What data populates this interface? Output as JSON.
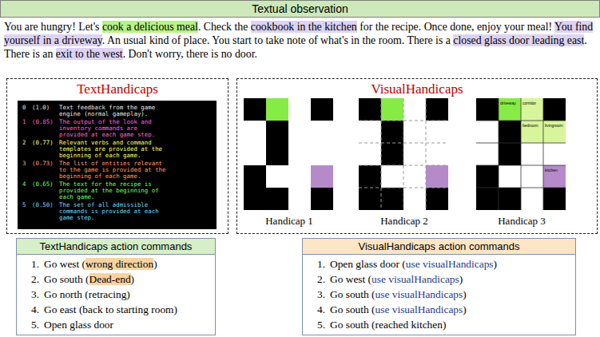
{
  "diagram": {
    "nodes": [
      {
        "text": [
          "Textual observation",
          "You are hungry! Let's",
          "cook a delicious meal",
          ". Check the",
          "cookbook in the kitchen",
          "for the recipe. Once done, enjoy your meal!",
          "You find yourself in a driveway",
          ". An usual kind of place. You start to take note of what's in the room. There is a",
          "closed glass door leading east",
          ". There is an",
          "exit to the west",
          ". Don't worry, there is no door."
        ]
      },
      {
        "text": [
          "TextHandicaps"
        ]
      },
      {
        "text": [
          "0",
          "(1.0)",
          "Text feedback from the game engine (normal gameplay).",
          "1",
          "(0.85)",
          "The output of the look and inventory commands are provided at each game step.",
          "2",
          "(0.77)",
          "Relevant verbs and command templates are provided at the beginning of each game.",
          "3",
          "(0.73)",
          "The list of entities relevant to the game is provided at the beginning of each game.",
          "4",
          "(0.65)",
          "The text for the recipe is provided at the beginning of each game.",
          "5",
          "(0.50)",
          "The set of all admissible commands is provided at each game step."
        ],
        "in": 1
      },
      {
        "text": [
          "VisualHandicaps"
        ]
      },
      {
        "text": [
          "TextHandicaps action commands",
          "1.",
          "Go west (",
          "wrong direction",
          ")",
          "2.",
          "Go south (",
          "Dead-end",
          ")",
          "3.",
          "Go north (retracing)",
          "4.",
          "Go east (back to starting room)",
          "5.",
          "Open glass door"
        ]
      },
      {
        "text": [
          "VisualHandicaps action commands",
          "1.",
          "Open glass door (",
          "use visualHandicaps",
          ")",
          "2.",
          "Go west (",
          "use visualHandicaps",
          ")",
          "3.",
          "Go south (",
          "use visualHandicaps",
          ")",
          "4.",
          "Go south (",
          "use visualHandicaps",
          ")",
          "5.",
          "Go south (reached kitchen)"
        ]
      }
    ],
    "labels": [
      "Handicap 1",
      "Handicap 2",
      "Handicap 3",
      "driveway",
      "corridor",
      "bedroom",
      "livingroom",
      "kitchen"
    ]
  }
}
